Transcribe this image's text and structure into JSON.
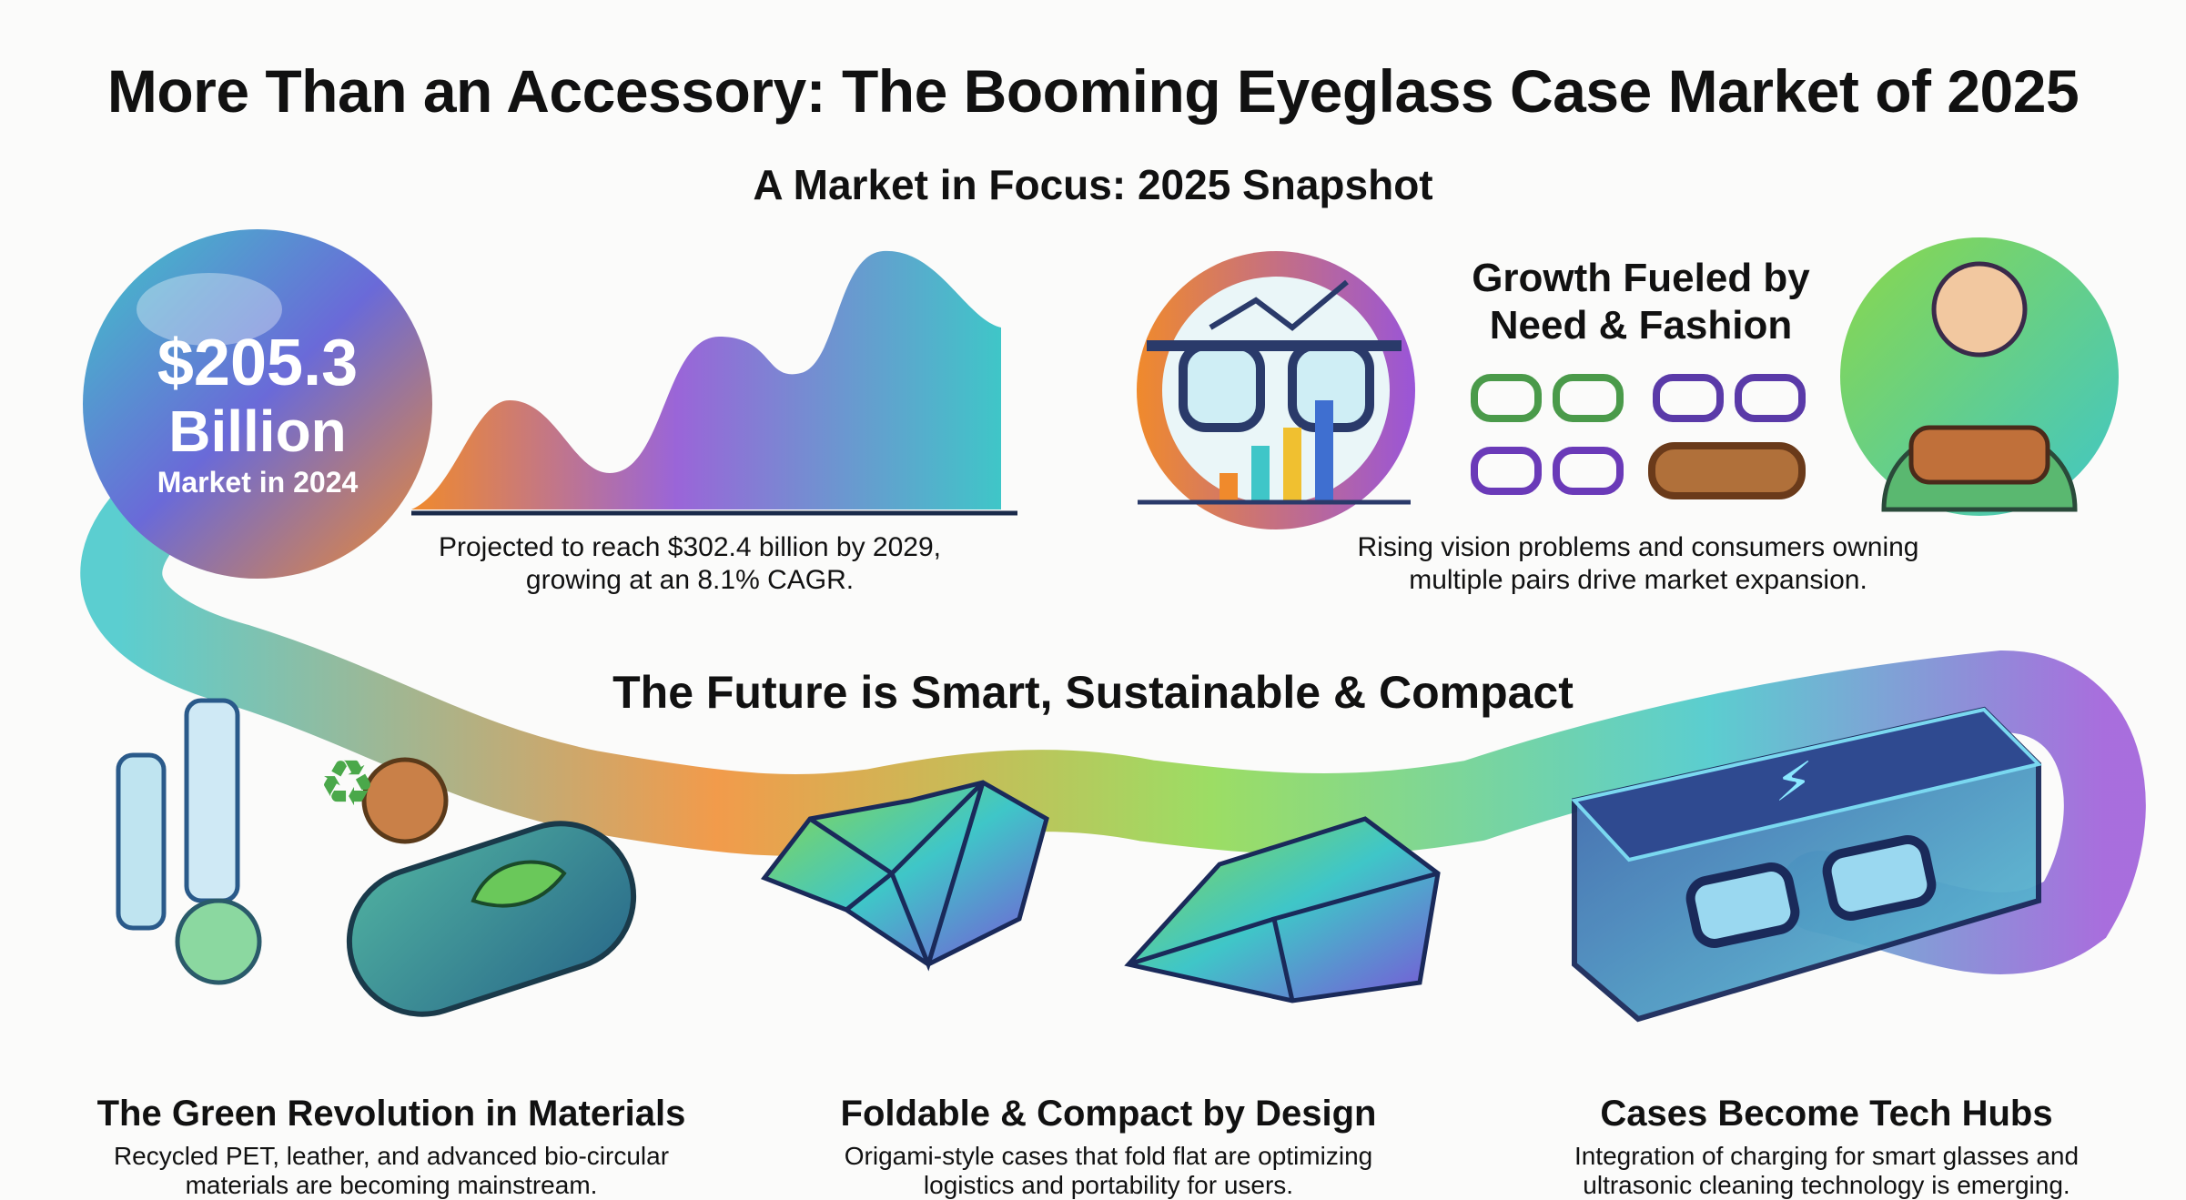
{
  "title": "More Than an Accessory: The Booming Eyeglass Case Market of 2025",
  "snapshot": {
    "heading": "A Market in Focus: 2025 Snapshot",
    "market_value": "$205.3",
    "market_unit": "Billion",
    "market_label": "Market in 2024",
    "projection_line1": "Projected to reach $302.4 billion by 2029,",
    "projection_line2": "growing at an 8.1% CAGR.",
    "growth_title_line1": "Growth Fueled by",
    "growth_title_line2": "Need & Fashion",
    "growth_line1": "Rising vision problems and consumers owning",
    "growth_line2": "multiple pairs drive market expansion."
  },
  "future": {
    "heading": "The Future is Smart, Sustainable & Compact",
    "cards": [
      {
        "title": "The Green Revolution in Materials",
        "line1": "Recycled PET, leather, and advanced bio-circular",
        "line2": "materials are becoming mainstream."
      },
      {
        "title": "Foldable & Compact by Design",
        "line1": "Origami-style cases that fold flat are optimizing",
        "line2": "logistics and portability for users."
      },
      {
        "title": "Cases Become Tech Hubs",
        "line1": "Integration of charging for smart glasses and",
        "line2": "ultrasonic cleaning technology is emerging."
      }
    ]
  },
  "colors": {
    "orange": "#f08a2c",
    "purple": "#9a55d8",
    "teal": "#3fc6c8",
    "green": "#8bd84a",
    "blue": "#3f6fd0"
  }
}
